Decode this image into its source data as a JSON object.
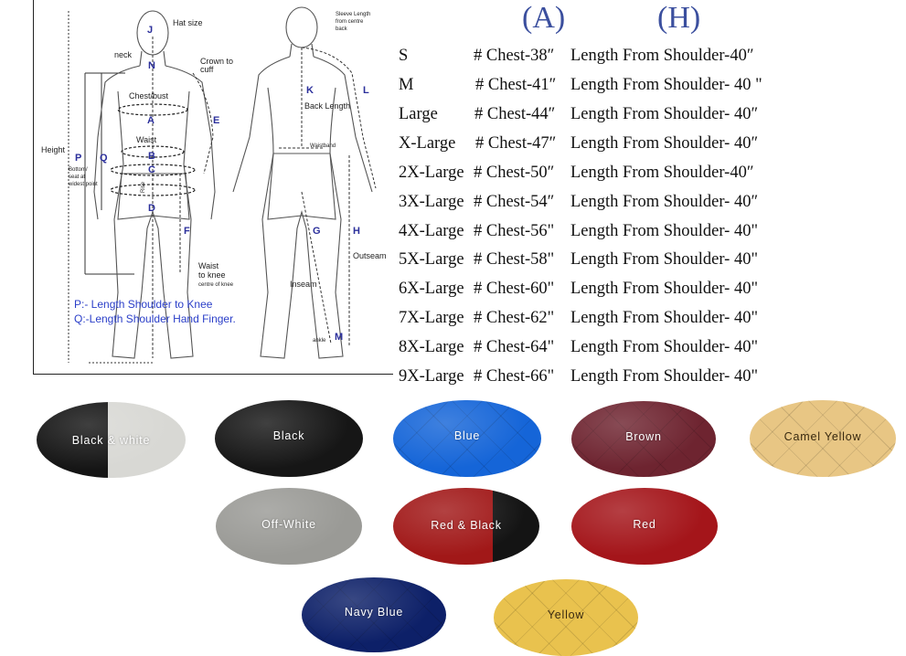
{
  "diagram": {
    "labels": {
      "hat_size": "Hat size",
      "neck": "neck",
      "crown_to_cuff": "Crown to",
      "crown_to_cuff_2": "cuff",
      "chest_bust": "Chest/bust",
      "waist": "Waist",
      "height": "Height",
      "bottom_seat_1": "Bottom/",
      "bottom_seat_2": "seat at",
      "bottom_seat_3": "widest point",
      "waist_to_knee_1": "Waist",
      "waist_to_knee_2": "to knee",
      "waist_to_knee_3": "centre of knee",
      "sleeve_length_1": "Sleeve Length",
      "sleeve_length_2": "from centre",
      "sleeve_length_3": "back",
      "back_length": "Back Length",
      "waistband": "Waistband",
      "outseam": "Outseam",
      "inseam": "Inseam",
      "ankle": "ankle",
      "rise": "Rise"
    },
    "letters": {
      "J": "J",
      "N": "N",
      "A": "A",
      "E": "E",
      "B": "B",
      "C": "C",
      "D": "D",
      "P": "P",
      "Q": "Q",
      "F": "F",
      "K": "K",
      "L": "L",
      "G": "G",
      "H": "H",
      "M": "M"
    },
    "legend_p": "P:- Length Shoulder to Knee",
    "legend_q": "Q:-Length Shoulder Hand Finger."
  },
  "size_table": {
    "col_a": "(A)",
    "col_h": "(H)",
    "rows": [
      {
        "size": "S",
        "chest": "# Chest-38″",
        "length": "Length From Shoulder-40″"
      },
      {
        "size": "M",
        "chest": "# Chest-41″",
        "length": "Length From Shoulder- 40 \""
      },
      {
        "size": "Large",
        "chest": "# Chest-44″",
        "length": "Length From Shoulder- 40″"
      },
      {
        "size": "X-Large",
        "chest": "# Chest-47″",
        "length": "Length From Shoulder- 40″"
      },
      {
        "size": "2X-Large",
        "chest": "# Chest-50″",
        "length": "Length From Shoulder-40″"
      },
      {
        "size": "3X-Large",
        "chest": "# Chest-54″",
        "length": "Length From Shoulder- 40″"
      },
      {
        "size": "4X-Large",
        "chest": "# Chest-56\"",
        "length": "Length From Shoulder- 40\""
      },
      {
        "size": "5X-Large",
        "chest": "# Chest-58\"",
        "length": "Length From Shoulder- 40\""
      },
      {
        "size": "6X-Large",
        "chest": "# Chest-60\"",
        "length": "Length From Shoulder- 40\""
      },
      {
        "size": "7X-Large",
        "chest": "# Chest-62\"",
        "length": "Length From Shoulder- 40\""
      },
      {
        "size": "8X-Large",
        "chest": "# Chest-64\"",
        "length": "Length From Shoulder- 40\""
      },
      {
        "size": "9X-Large",
        "chest": "# Chest-66\"",
        "length": "Length From Shoulder- 40\""
      }
    ]
  },
  "colors": {
    "black_white": {
      "label": "Black & white",
      "color": "#151515",
      "color2": "#d8d8d4"
    },
    "black": {
      "label": "Black",
      "color": "#161616"
    },
    "blue": {
      "label": "Blue",
      "color": "#1565d8"
    },
    "brown": {
      "label": "Brown",
      "color": "#6e2430"
    },
    "camel_yellow": {
      "label": "Camel Yellow",
      "color": "#e8c684"
    },
    "off_white": {
      "label": "Off-White",
      "color": "#9a9a96"
    },
    "red_black": {
      "label": "Red & Black",
      "color": "#a11818",
      "color2": "#141414"
    },
    "red": {
      "label": "Red",
      "color": "#a4151a"
    },
    "navy_blue": {
      "label": "Navy Blue",
      "color": "#0d2068"
    },
    "yellow": {
      "label": "Yellow",
      "color": "#e9c24e"
    }
  }
}
